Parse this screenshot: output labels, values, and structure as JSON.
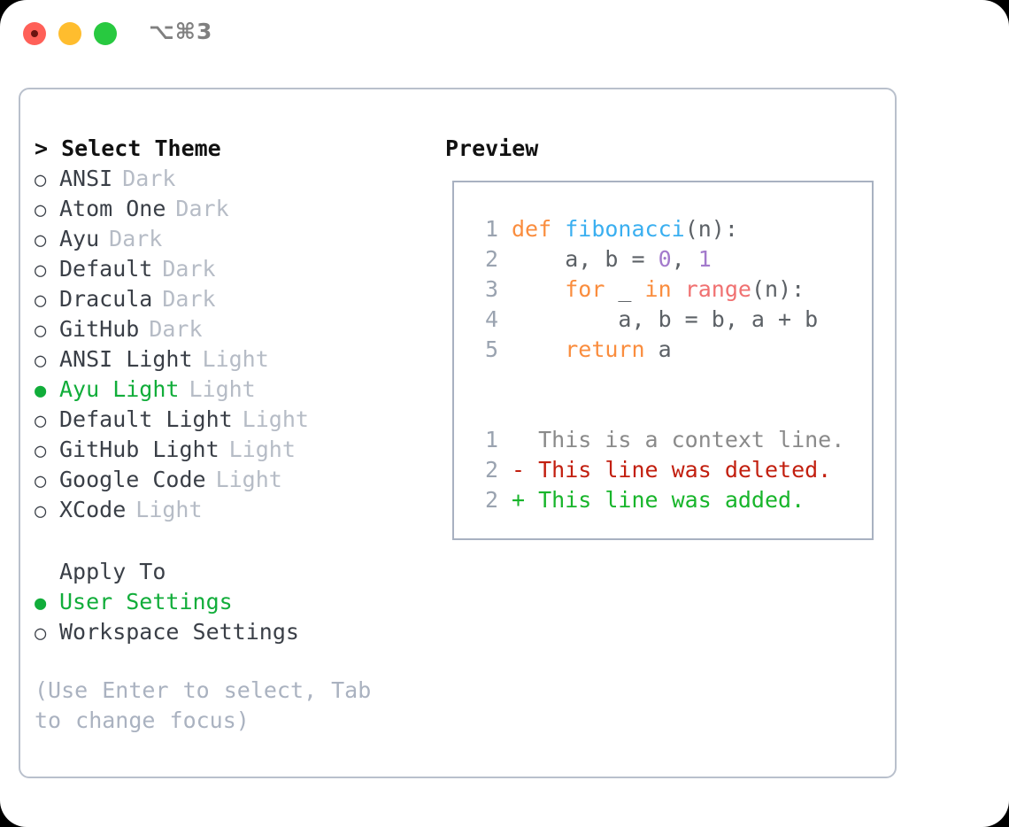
{
  "titlebar": {
    "lights": [
      {
        "name": "close",
        "color": "#ff6058"
      },
      {
        "name": "minimize",
        "color": "#ffbd2e"
      },
      {
        "name": "maximize",
        "color": "#28c940"
      }
    ],
    "shortcut": "⌥⌘3"
  },
  "theme_list": {
    "header": "> Select Theme",
    "selected_marker": "●",
    "unselected_marker": "○",
    "items": [
      {
        "marker": "○",
        "label": "ANSI",
        "variant": "Dark",
        "selected": false
      },
      {
        "marker": "○",
        "label": "Atom One",
        "variant": "Dark",
        "selected": false
      },
      {
        "marker": "○",
        "label": "Ayu",
        "variant": "Dark",
        "selected": false
      },
      {
        "marker": "○",
        "label": "Default",
        "variant": "Dark",
        "selected": false
      },
      {
        "marker": "○",
        "label": "Dracula",
        "variant": "Dark",
        "selected": false
      },
      {
        "marker": "○",
        "label": "GitHub",
        "variant": "Dark",
        "selected": false
      },
      {
        "marker": "○",
        "label": "ANSI Light",
        "variant": "Light",
        "selected": false
      },
      {
        "marker": "●",
        "label": "Ayu Light",
        "variant": "Light",
        "selected": true
      },
      {
        "marker": "○",
        "label": "Default Light",
        "variant": "Light",
        "selected": false
      },
      {
        "marker": "○",
        "label": "GitHub Light",
        "variant": "Light",
        "selected": false
      },
      {
        "marker": "○",
        "label": "Google Code",
        "variant": "Light",
        "selected": false
      },
      {
        "marker": "○",
        "label": "XCode",
        "variant": "Light",
        "selected": false
      }
    ]
  },
  "apply_to": {
    "title": "Apply To",
    "items": [
      {
        "marker": "●",
        "label": "User Settings",
        "selected": true
      },
      {
        "marker": "○",
        "label": "Workspace Settings",
        "selected": false
      }
    ]
  },
  "hint": "(Use Enter to select, Tab to change focus)",
  "preview": {
    "title": "Preview",
    "code_lines": [
      {
        "number": "1",
        "tokens": [
          {
            "text": "def ",
            "type": "kw"
          },
          {
            "text": "fibonacci",
            "type": "fn"
          },
          {
            "text": "(n):",
            "type": "plain"
          }
        ]
      },
      {
        "number": "2",
        "tokens": [
          {
            "text": "    a, b = ",
            "type": "plain"
          },
          {
            "text": "0",
            "type": "num"
          },
          {
            "text": ", ",
            "type": "plain"
          },
          {
            "text": "1",
            "type": "num"
          }
        ]
      },
      {
        "number": "3",
        "tokens": [
          {
            "text": "    ",
            "type": "plain"
          },
          {
            "text": "for",
            "type": "kw"
          },
          {
            "text": " _ ",
            "type": "plain"
          },
          {
            "text": "in",
            "type": "kw"
          },
          {
            "text": " ",
            "type": "plain"
          },
          {
            "text": "range",
            "type": "call"
          },
          {
            "text": "(n):",
            "type": "plain"
          }
        ]
      },
      {
        "number": "4",
        "tokens": [
          {
            "text": "        a, b = b, a + b",
            "type": "plain"
          }
        ]
      },
      {
        "number": "5",
        "tokens": [
          {
            "text": "    ",
            "type": "plain"
          },
          {
            "text": "return",
            "type": "kw"
          },
          {
            "text": " a",
            "type": "plain"
          }
        ]
      }
    ],
    "diff_lines": [
      {
        "number": "1",
        "prefix": "  ",
        "text": "This is a context line.",
        "kind": "context"
      },
      {
        "number": "2",
        "prefix": "- ",
        "text": "This line was deleted.",
        "kind": "deleted"
      },
      {
        "number": "2",
        "prefix": "+ ",
        "text": "This line was added.",
        "kind": "added"
      }
    ]
  },
  "colors": {
    "accent_green": "#11ad3a",
    "muted": "#b6bcc6",
    "hint": "#aab2c0",
    "text": "#3a3f47",
    "keyword": "#fa8d3e",
    "function": "#3aaff0",
    "number": "#a37acc",
    "call": "#f07171",
    "diff_deleted": "#c21f0f",
    "diff_added": "#18b52b",
    "border": "#b9c0cc"
  }
}
